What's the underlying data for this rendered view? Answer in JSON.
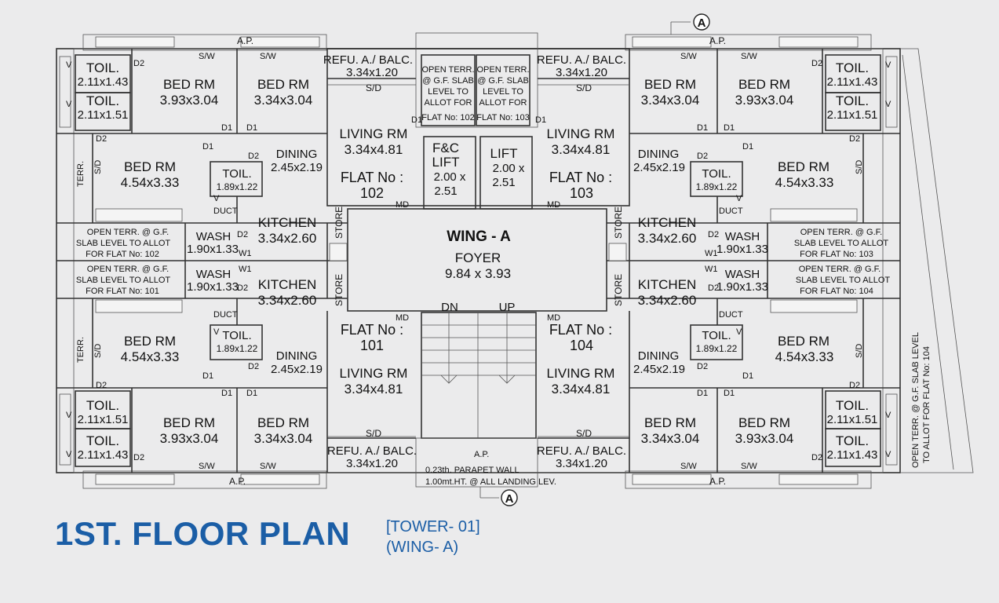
{
  "title": "1ST. FLOOR PLAN",
  "subtitle_tower": "[TOWER- 01]",
  "subtitle_wing": "(WING- A)",
  "section_marker": "A",
  "labels": {
    "ap": "A.P.",
    "sw": "S/W",
    "sd": "S/D",
    "md": "MD",
    "d1": "D1",
    "d2": "D2",
    "w1": "W1",
    "v": "V",
    "terr": "TERR.",
    "duct": "DUCT",
    "store": "STORE",
    "dn": "DN",
    "up": "UP"
  },
  "rooms": {
    "toil": "TOIL.",
    "toil_a": "2.11x1.43",
    "toil_b": "2.11x1.51",
    "toil_c": "1.89x1.22",
    "bed": "BED RM",
    "bed_a": "3.93x3.04",
    "bed_b": "3.34x3.04",
    "bed_c": "4.54x3.33",
    "refu": "REFU. A./ BALC.",
    "refu_dim": "3.34x1.20",
    "living": "LIVING RM",
    "living_dim": "3.34x4.81",
    "dining": "DINING",
    "dining_dim": "2.45x2.19",
    "kitchen": "KITCHEN",
    "kitchen_dim": "3.34x2.60",
    "wash": "WASH",
    "wash_dim": "1.90x1.33",
    "flat_no": "FLAT No :",
    "flat_101": "101",
    "flat_102": "102",
    "flat_103": "103",
    "flat_104": "104",
    "fc_lift": "F&C",
    "fc_lift2": "LIFT",
    "lift": "LIFT",
    "lift_dim1": "2.00 x",
    "lift_dim2": "2.51",
    "wing": "WING - A",
    "foyer": "FOYER",
    "foyer_dim": "9.84 x 3.93"
  },
  "open_terr_lift": {
    "l1": "OPEN TERR.",
    "l2": "@ G.F. SLAB",
    "l3": "LEVEL TO",
    "l4": "ALLOT FOR",
    "l5_102": "FLAT No: 102",
    "l5_103": "FLAT No: 103"
  },
  "open_terr_side": {
    "l1": "OPEN TERR. @ G.F.",
    "l2": "SLAB LEVEL TO ALLOT",
    "l3_102": "FOR FLAT No: 102",
    "l3_101": "FOR FLAT No: 101",
    "l3_103": "FOR FLAT No: 103",
    "l3_104": "FOR FLAT No: 104"
  },
  "open_terr_right": {
    "l1": "OPEN TERR. @ G.F. SLAB LEVEL",
    "l2": "TO ALLOT FOR FLAT No: 104"
  },
  "parapet": {
    "l1": "0.23th. PARAPET WALL",
    "l2": "1.00mt.HT. @ ALL LANDING LEV."
  },
  "colors": {
    "accent": "#1b5ea6",
    "background": "#ebebec",
    "wall": "#333333"
  }
}
